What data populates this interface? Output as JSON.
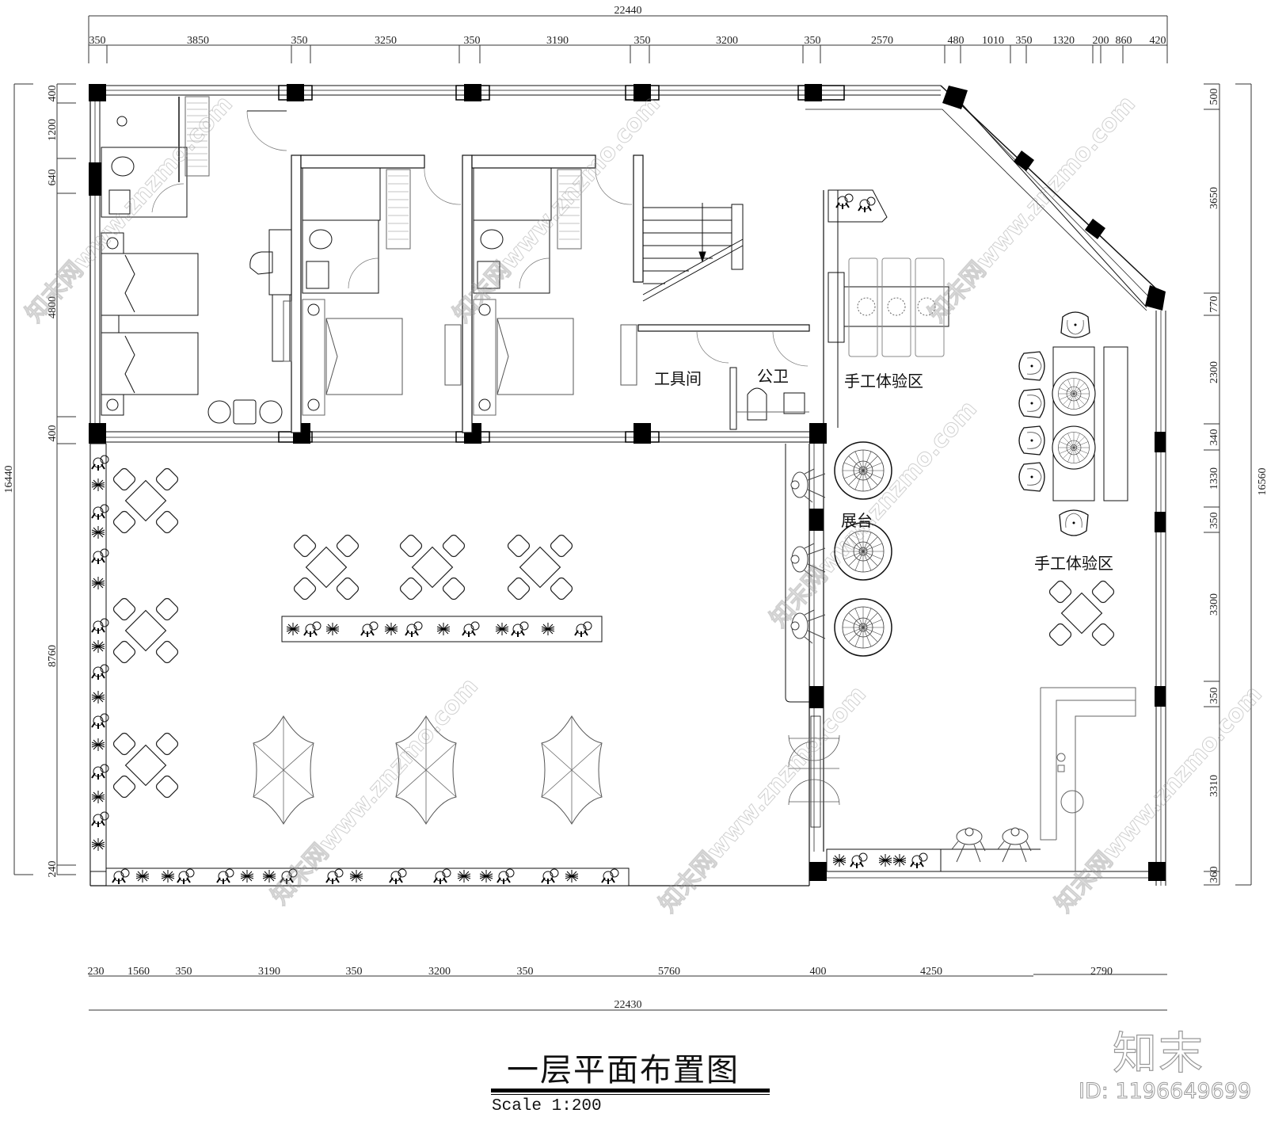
{
  "drawing": {
    "title": "一层平面布置图",
    "scale": "Scale 1:200",
    "watermark_logo": "知末",
    "watermark_id": "ID: 1196649699",
    "watermark_text": "知末网www.znzmo.com"
  },
  "dimensions": {
    "top_total": "22440",
    "top": [
      "350",
      "3850",
      "350",
      "3250",
      "350",
      "3190",
      "350",
      "3200",
      "350",
      "2570",
      "480",
      "1010",
      "350",
      "1320",
      "200",
      "860",
      "420"
    ],
    "bottom_total": "22430",
    "bottom": [
      "230",
      "1560",
      "350",
      "3190",
      "350",
      "3200",
      "350",
      "5760",
      "400",
      "4250",
      "2790"
    ],
    "left_total": "16440",
    "left": [
      "400",
      "1200",
      "640",
      "4800",
      "400",
      "8760",
      "240"
    ],
    "right_total": "16560",
    "right": [
      "500",
      "3650",
      "770",
      "2300",
      "340",
      "1330",
      "350",
      "3300",
      "350",
      "3310",
      "360"
    ]
  },
  "rooms": {
    "tool_room": "工具间",
    "public_toilet": "公卫",
    "craft_area_1": "手工体验区",
    "display": "展台",
    "craft_area_2": "手工体验区"
  }
}
